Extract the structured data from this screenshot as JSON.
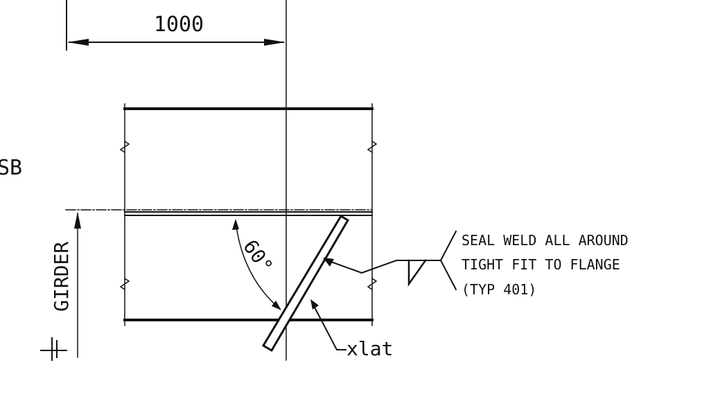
{
  "dimension": {
    "value": "1000"
  },
  "labels": {
    "left_partial": "SB",
    "girder": "GIRDER",
    "angle": "60°",
    "member": "xlat"
  },
  "weld_note": {
    "line1": "SEAL WELD ALL AROUND",
    "line2": "TIGHT FIT TO FLANGE",
    "line3": "(TYP 401)"
  },
  "colors": {
    "ink": "#111111",
    "paper": "#ffffff"
  }
}
